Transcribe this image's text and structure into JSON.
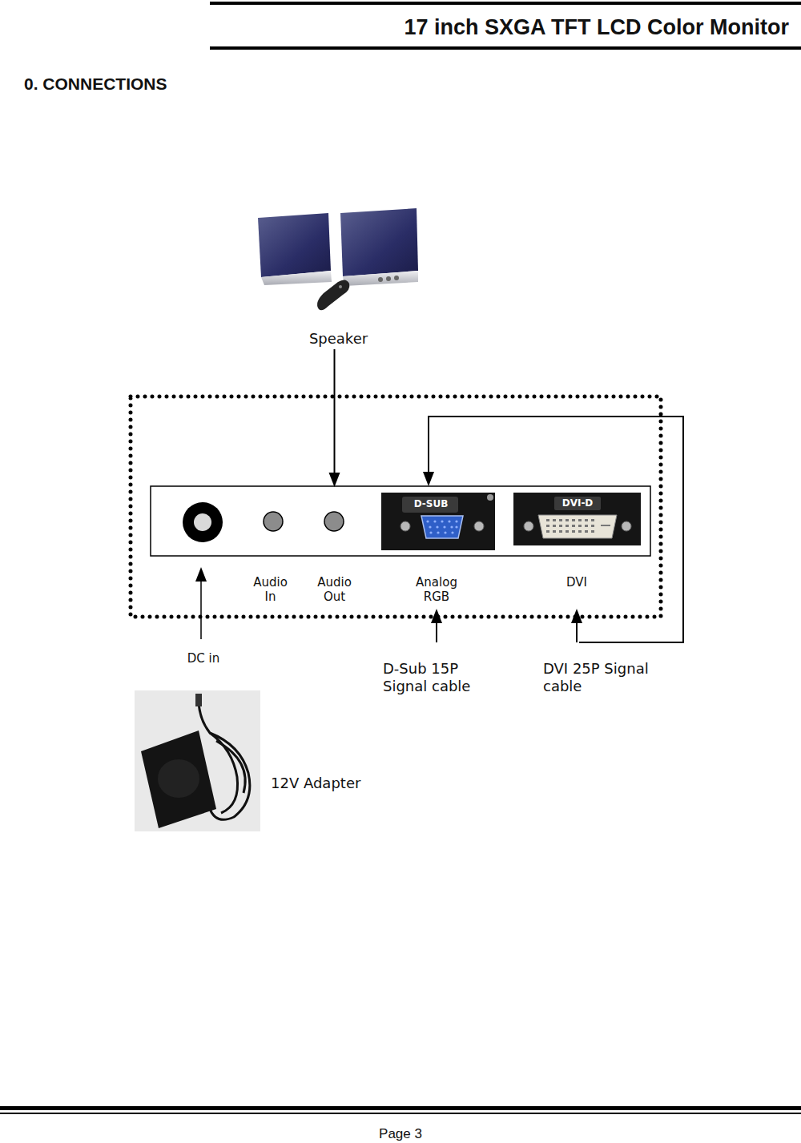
{
  "diagram": {
    "title": "0. CONNECTIONS",
    "nodes": [
      {
        "text": [
          "Speaker"
        ]
      },
      {
        "text": [
          "Audio In"
        ]
      },
      {
        "text": [
          "Audio Out"
        ]
      },
      {
        "text": [
          "D-SUB",
          "Analog RGB"
        ]
      },
      {
        "text": [
          "DVI-D",
          "DVI"
        ]
      },
      {
        "text": [
          "DC in"
        ]
      },
      {
        "text": [
          "D-Sub 15P Signal cable"
        ]
      },
      {
        "text": [
          "DVI 25P Signal cable"
        ]
      },
      {
        "text": [
          "12V Adapter"
        ]
      }
    ],
    "edges": [
      {
        "from": 0,
        "to": 2,
        "arrow": "to"
      },
      {
        "from": 6,
        "to": 3,
        "arrow": "to"
      },
      {
        "from": 7,
        "to": 4,
        "arrow": "to"
      }
    ],
    "labels": [
      "17 inch SXGA TFT LCD Color Monitor",
      "Page 3"
    ]
  }
}
